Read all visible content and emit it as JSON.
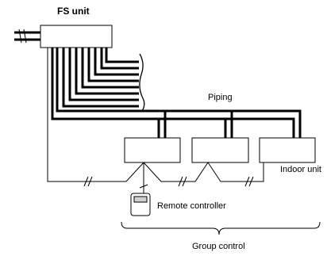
{
  "labels": {
    "fs_unit": "FS unit",
    "piping": "Piping",
    "indoor_unit": "Indoor unit",
    "remote_controller": "Remote controller",
    "group_control": "Group control"
  },
  "colors": {
    "line": "#000000",
    "background": "#ffffff"
  }
}
